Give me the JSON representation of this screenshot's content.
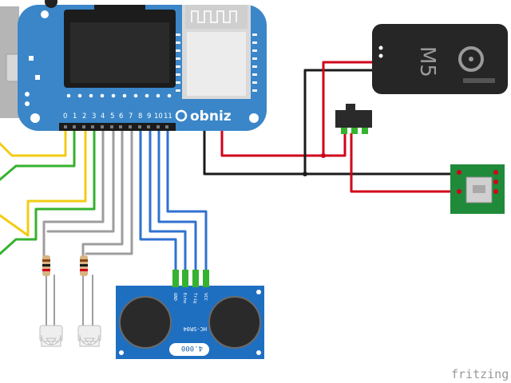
{
  "obniz": {
    "logo_text": "obniz",
    "pin_labels": [
      "0",
      "1",
      "2",
      "3",
      "4",
      "5",
      "6",
      "7",
      "8",
      "9",
      "10",
      "11"
    ]
  },
  "m5": {
    "label": "M5"
  },
  "hcsr04": {
    "model": "HC-SR04",
    "pin_labels": [
      "GND",
      "Echo",
      "Trig",
      "VCC"
    ],
    "crystal": "4.000"
  },
  "watermark": "fritzing",
  "colors": {
    "board_blue": "#3a86c8",
    "wire_red": "#d0021b",
    "wire_black": "#1a1a1a",
    "wire_yellow": "#f3cc14",
    "wire_green": "#35b22f",
    "wire_gray": "#9e9e9e",
    "wire_blue": "#2f72d0",
    "usb_pcb_green": "#1f8a3a"
  }
}
